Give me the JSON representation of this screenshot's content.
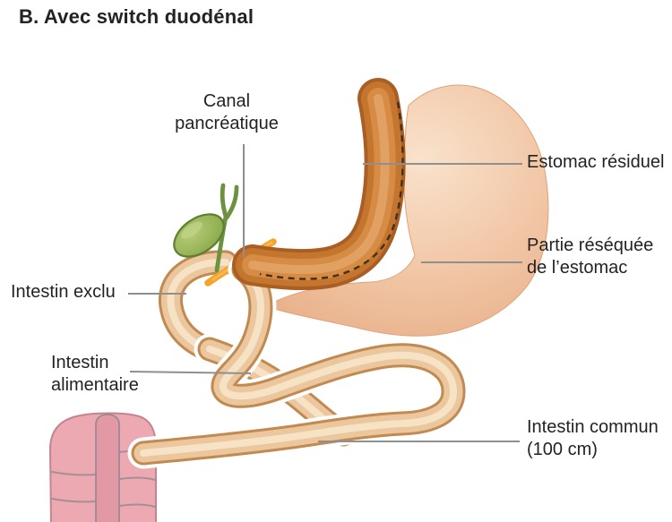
{
  "title": "B. Avec switch duodénal",
  "labels": {
    "canal_pancreatique": [
      "Canal",
      "pancréatique"
    ],
    "estomac_residuel": [
      "Estomac résiduel"
    ],
    "partie_resequee": [
      "Partie réséquée",
      "de l’estomac"
    ],
    "intestin_exclu": [
      "Intestin exclu"
    ],
    "intestin_alimentaire": [
      "Intestin",
      "alimentaire"
    ],
    "intestin_commun": [
      "Intestin commun",
      "(100 cm)"
    ]
  },
  "colors": {
    "text": "#262224",
    "pointer_line": "#8f8f8f",
    "intestine_fill": "#ecc79d",
    "intestine_outline": "#c18a52",
    "intestine_highlight": "#f7e4c7",
    "sleeve_dark": "#aa5e24",
    "sleeve_mid": "#c4762f",
    "sleeve_light": "#d68c44",
    "stomach_light": "#f9e2cc",
    "stomach_mid": "#f2c8a8",
    "stomach_deep": "#e7ad86",
    "gallbladder_green": "#7ea13f",
    "pancreatic_duct_orange": "#f4a42a",
    "colon_pink": "#eca9b2",
    "staple_line": "#42301d"
  },
  "organs": {
    "residual_stomach": "estomac résiduel (sleeve)",
    "resected_stomach": "partie réséquée de l’estomac",
    "excluded_intestine": "intestin exclu",
    "alimentary_intestine": "intestin alimentaire",
    "common_intestine": "intestin commun",
    "gallbladder": "vésicule biliaire",
    "pancreatic_duct": "canal pancréatique",
    "colon": "côlon"
  }
}
